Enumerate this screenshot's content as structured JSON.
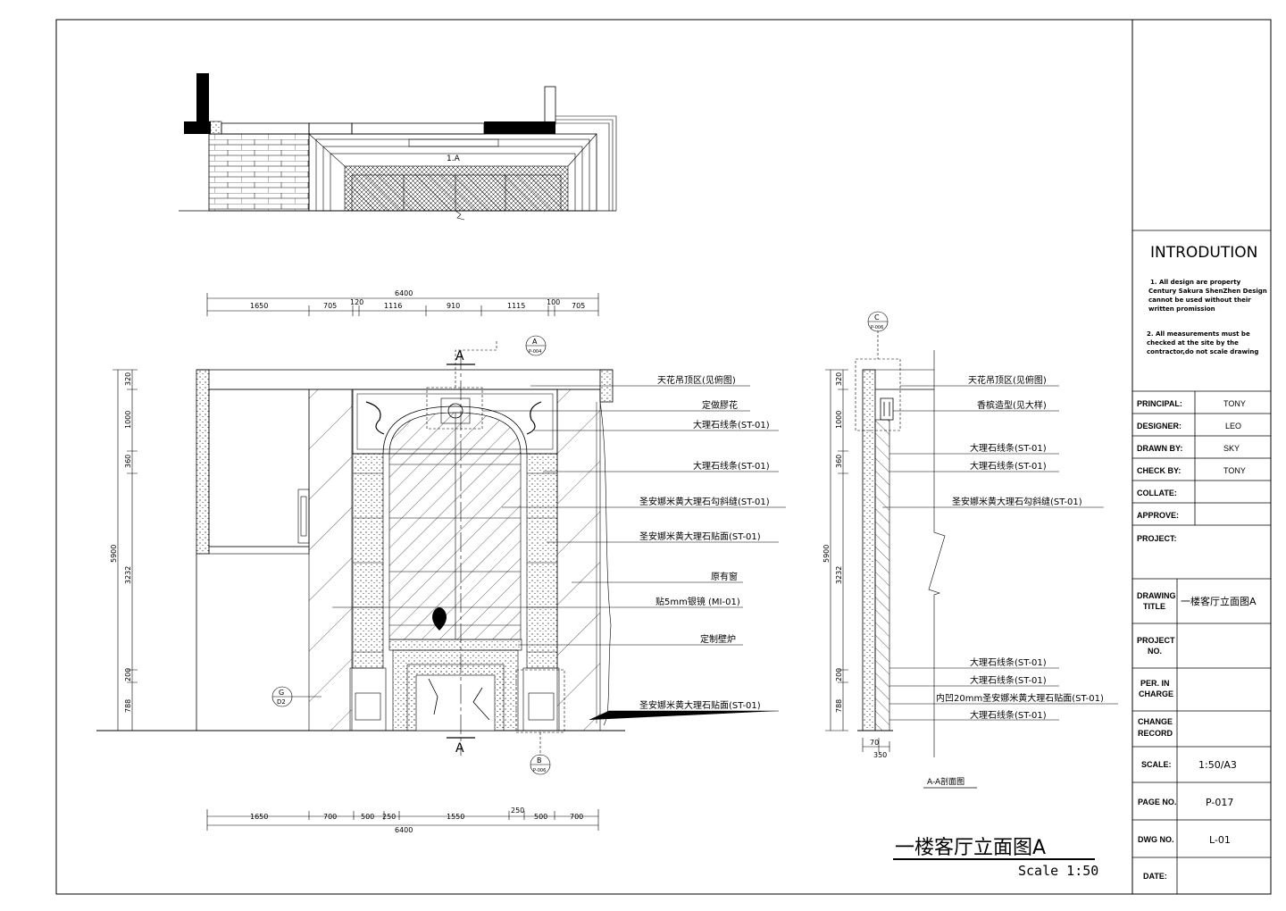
{
  "sheet": {
    "main_title": "一楼客厅立面图A",
    "scale_text": "Scale  1:50",
    "section_title": "A-A剖面图",
    "plan_label": "1.A"
  },
  "dimensions": {
    "top_total": "6400",
    "top_parts": [
      "1650",
      "705",
      "120",
      "1116",
      "910",
      "1115",
      "100",
      "705"
    ],
    "bottom_total": "6400",
    "bottom_parts": [
      "1650",
      "700",
      "500",
      "250",
      "1550",
      "250",
      "500",
      "700"
    ],
    "left_vertical": [
      "320",
      "1000",
      "360",
      "3232",
      "200",
      "788"
    ],
    "left_total": "5900",
    "sec_vertical": [
      "320",
      "1000",
      "360",
      "3232",
      "200",
      "788"
    ],
    "sec_total": "5900",
    "sec_bottom": [
      "70",
      "350"
    ]
  },
  "markers": {
    "section_a": "A",
    "callout_a_top": "A",
    "callout_a_bottom": "P-004",
    "callout_b_top": "B",
    "callout_b_bottom": "P-006",
    "callout_c_top": "C",
    "callout_c_bottom": "P-006",
    "callout_g_top": "G",
    "callout_g_bottom": "D2"
  },
  "elev_notes": [
    "天花吊顶区(见俯图)",
    "定做膠花",
    "大理石线条(ST-01)",
    "大理石线条(ST-01)",
    "圣安娜米黄大理石勾斜缝(ST-01)",
    "圣安娜米黄大理石贴面(ST-01)",
    "原有窗",
    "贴5mm银镜 (MI-01)",
    "定制壁炉",
    "圣安娜米黄大理石贴面(ST-01)"
  ],
  "sec_notes": [
    "天花吊顶区(见俯图)",
    "香槟造型(见大样)",
    "大理石线条(ST-01)",
    "大理石线条(ST-01)",
    "圣安娜米黄大理石勾斜缝(ST-01)",
    "大理石线条(ST-01)",
    "大理石线条(ST-01)",
    "内凹20mm圣安娜米黄大理石贴面(ST-01)",
    "大理石线条(ST-01)"
  ],
  "title_block": {
    "intro_heading": "INTRODUTION",
    "intro_1": [
      "1.    All design are property",
      "Century Sakura ShenZhen Design",
      "cannot be used without their",
      "written promission"
    ],
    "intro_2": [
      "2.  All measurements must be",
      "checked at the site by the",
      "contractor,do not scale drawing"
    ],
    "principal_label": "PRINCIPAL:",
    "principal": "TONY",
    "designer_label": "DESIGNER:",
    "designer": "LEO",
    "drawn_label": "DRAWN BY:",
    "drawn": "SKY",
    "check_label": "CHECK BY:",
    "check": "TONY",
    "collate_label": "COLLATE:",
    "approve_label": "APPROVE:",
    "project_label": "PROJECT:",
    "drawing_title_label": [
      "DRAWING",
      "TITLE"
    ],
    "drawing_title": "一楼客厅立面图A",
    "project_no_label": [
      "PROJECT",
      "NO."
    ],
    "per_in_charge_label": [
      "PER. IN",
      "CHARGE"
    ],
    "change_record_label": [
      "CHANGE",
      "RECORD"
    ],
    "scale_label": "SCALE:",
    "scale": "1:50/A3",
    "page_label": "PAGE NO.",
    "page": "P-017",
    "dwg_label": "DWG NO.",
    "dwg": "L-01",
    "date_label": "DATE:"
  }
}
